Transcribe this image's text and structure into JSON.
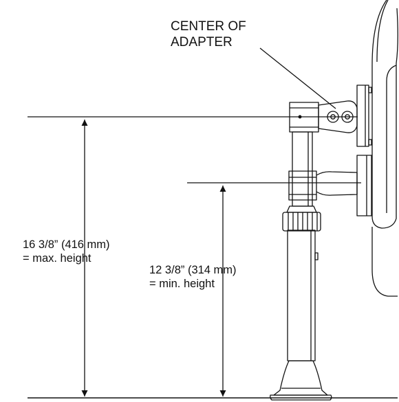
{
  "callout": {
    "line1": "CENTER OF",
    "line2": "ADAPTER"
  },
  "max_dimension": {
    "line1": "16 3/8” (416 mm)",
    "line2": "= max. height"
  },
  "min_dimension": {
    "line1": "12 3/8” (314 mm)",
    "line2": "= min. height"
  },
  "colors": {
    "ink": "#111111",
    "background": "#ffffff"
  }
}
